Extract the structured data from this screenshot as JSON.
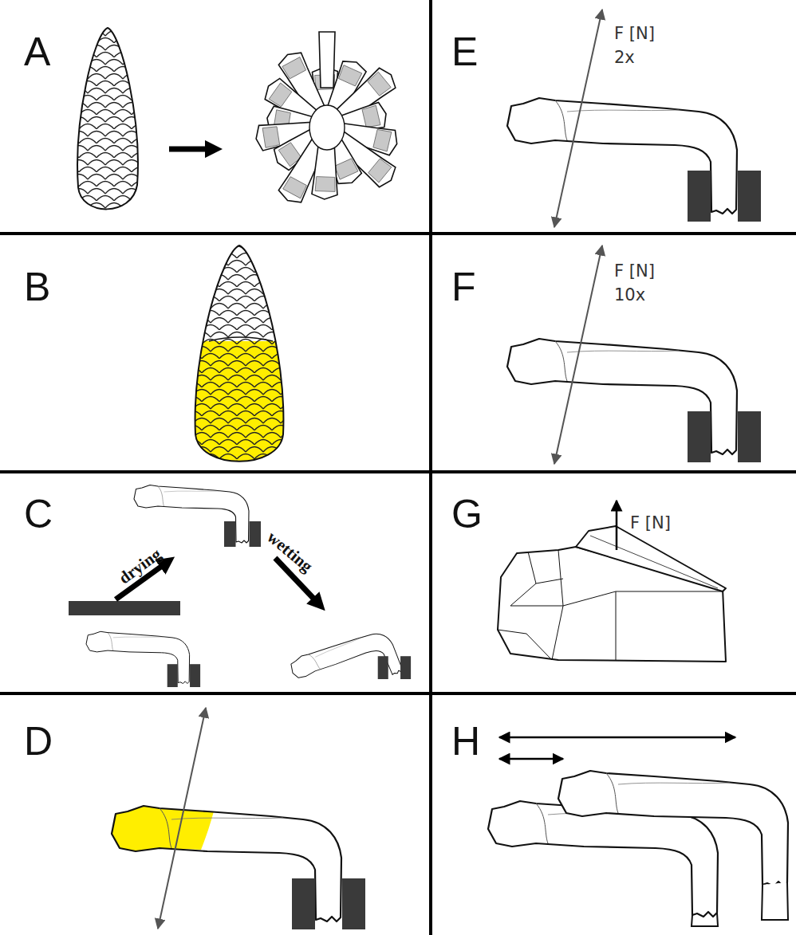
{
  "diagram": {
    "labels": [
      "A",
      "E",
      "F [N]",
      "2x",
      "B",
      "F",
      "F [N]",
      "10x",
      "C",
      "drying",
      "wetting",
      "G",
      "F [N]",
      "D",
      "H"
    ]
  }
}
